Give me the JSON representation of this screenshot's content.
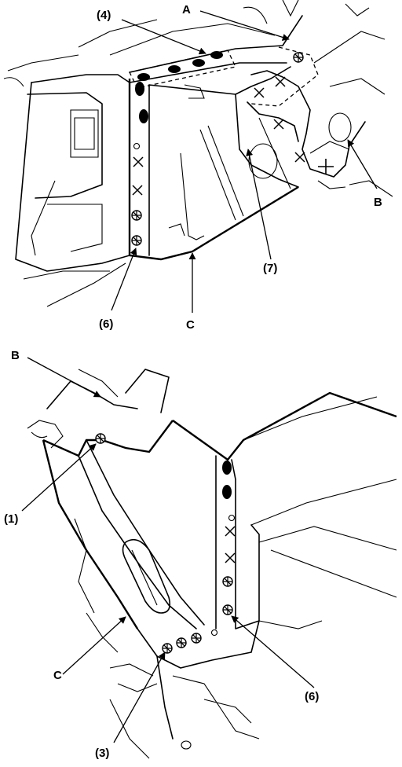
{
  "figure": {
    "top_view": {
      "callouts": {
        "c4": "(4)",
        "cA": "A",
        "cB": "B",
        "c7": "(7)",
        "c6": "(6)",
        "cC": "C"
      }
    },
    "bottom_view": {
      "callouts": {
        "cB": "B",
        "c1": "(1)",
        "cC": "C",
        "c3": "(3)",
        "c6": "(6)"
      }
    }
  },
  "colors": {
    "line": "#000000",
    "background": "#ffffff"
  },
  "symbols": {
    "spot-weld-filled": "filled ellipse",
    "plug-weld": "circle with cross",
    "remove-weld": "x mark",
    "open-weld": "open circle"
  }
}
